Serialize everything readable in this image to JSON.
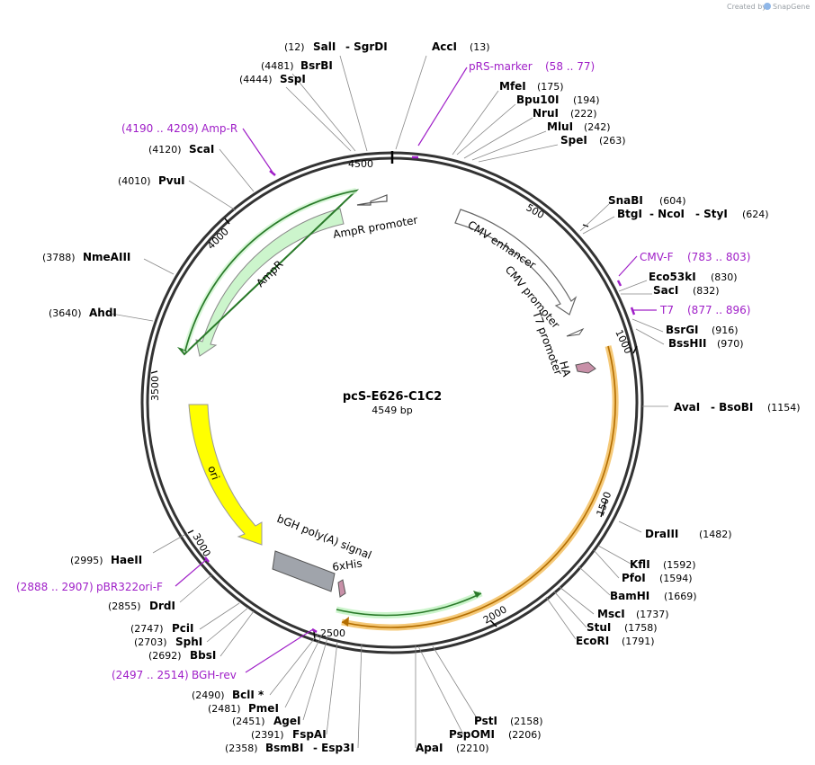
{
  "credit": {
    "text": "Created by",
    "brand": "SnapGene"
  },
  "plasmid": {
    "name": "pcS-E626-C1C2",
    "size_label": "4549 bp"
  },
  "ticks": [
    "4500",
    "500",
    "1000",
    "1500",
    "2000",
    "2500",
    "3000",
    "3500",
    "4000"
  ],
  "sites": {
    "sali": [
      "(12)",
      "SalI",
      "- SgrDI"
    ],
    "acci": [
      "AccI",
      "(13)"
    ],
    "bsrbi": [
      "(4481)",
      "BsrBI"
    ],
    "sspi": [
      "(4444)",
      "SspI"
    ],
    "mfei": [
      "MfeI",
      "(175)"
    ],
    "bpu10i": [
      "Bpu10I",
      "(194)"
    ],
    "nrui": [
      "NruI",
      "(222)"
    ],
    "mlui": [
      "MluI",
      "(242)"
    ],
    "spei": [
      "SpeI",
      "(263)"
    ],
    "scai": [
      "(4120)",
      "ScaI"
    ],
    "pvui": [
      "(4010)",
      "PvuI"
    ],
    "snabi": [
      "SnaBI",
      "(604)"
    ],
    "btgi": [
      "BtgI",
      "- NcoI",
      "- StyI",
      "(624)"
    ],
    "nmeaiii": [
      "(3788)",
      "NmeAIII"
    ],
    "ahdi": [
      "(3640)",
      "AhdI"
    ],
    "eco53ki": [
      "Eco53kI",
      "(830)"
    ],
    "saci": [
      "SacI",
      "(832)"
    ],
    "bsrgi": [
      "BsrGI",
      "(916)"
    ],
    "bsshii": [
      "BssHII",
      "(970)"
    ],
    "avai": [
      "AvaI",
      "- BsoBI",
      "(1154)"
    ],
    "draiii": [
      "DraIII",
      "(1482)"
    ],
    "haeii": [
      "(2995)",
      "HaeII"
    ],
    "kfli": [
      "KflI",
      "(1592)"
    ],
    "pfoi": [
      "PfoI",
      "(1594)"
    ],
    "drdi": [
      "(2855)",
      "DrdI"
    ],
    "bamhi": [
      "BamHI",
      "(1669)"
    ],
    "msci": [
      "MscI",
      "(1737)"
    ],
    "stui": [
      "StuI",
      "(1758)"
    ],
    "ecori": [
      "EcoRI",
      "(1791)"
    ],
    "pcii": [
      "(2747)",
      "PciI"
    ],
    "sphi": [
      "(2703)",
      "SphI"
    ],
    "bbsi": [
      "(2692)",
      "BbsI"
    ],
    "bcli": [
      "(2490)",
      "BclI *"
    ],
    "pmei": [
      "(2481)",
      "PmeI"
    ],
    "agei": [
      "(2451)",
      "AgeI"
    ],
    "fspai": [
      "(2391)",
      "FspAI"
    ],
    "bsmbi": [
      "(2358)",
      "BsmBI",
      "- Esp3I"
    ],
    "psti": [
      "PstI",
      "(2158)"
    ],
    "pspomi": [
      "PspOMI",
      "(2206)"
    ],
    "apai": [
      "ApaI",
      "(2210)"
    ]
  },
  "primers": {
    "prs": [
      "pRS-marker",
      "(58 .. 77)"
    ],
    "ampr": [
      "(4190 .. 4209)",
      "Amp-R"
    ],
    "cmvf": [
      "CMV-F",
      "(783 .. 803)"
    ],
    "t7": [
      "T7",
      "(877 .. 896)"
    ],
    "pbr": [
      "(2888 .. 2907)",
      "pBR322ori-F"
    ],
    "bgh": [
      "(2497 .. 2514)",
      "BGH-rev"
    ]
  },
  "features": {
    "ampr_promoter": "AmpR promoter",
    "ampr": "AmpR",
    "cmv_enhancer": "CMV enhancer",
    "cmv_promoter": "CMV promoter",
    "t7_promoter": "T7 promoter",
    "ha": "HA",
    "ori": "ori",
    "bgh": "bGH poly(A) signal",
    "his": "6xHis"
  },
  "colors": {
    "primer": "#a020c8",
    "ampr": "#ccf5cc",
    "ori": "#ffff00",
    "orf": "#f5a623",
    "bgh": "#a0a4ab",
    "ha": "#c890a8"
  }
}
